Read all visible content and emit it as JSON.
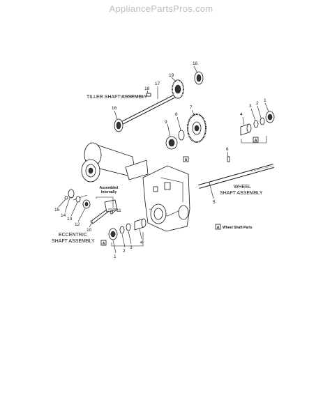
{
  "watermark": "AppliancePartsPros.com",
  "assemblies": {
    "tiller": "TILLER SHAFT ASSEMBLY",
    "wheel_line1": "WHEEL",
    "wheel_line2": "SHAFT ASSEMBLY",
    "eccentric_line1": "ECCENTRIC",
    "eccentric_line2": "SHAFT ASSEMBLY"
  },
  "note_assembled_line1": "Assembled",
  "note_assembled_line2": "Internally",
  "legend": {
    "symbol": "A",
    "text": "Wheel Shaft Parts"
  },
  "callouts": [
    "16",
    "19",
    "18",
    "17",
    "16",
    "7",
    "8",
    "9",
    "1",
    "2",
    "3",
    "4",
    "6",
    "5",
    "11",
    "15",
    "14",
    "13",
    "12",
    "10",
    "1",
    "2",
    "3",
    "4"
  ],
  "ref_markers": [
    "A",
    "A",
    "A"
  ]
}
